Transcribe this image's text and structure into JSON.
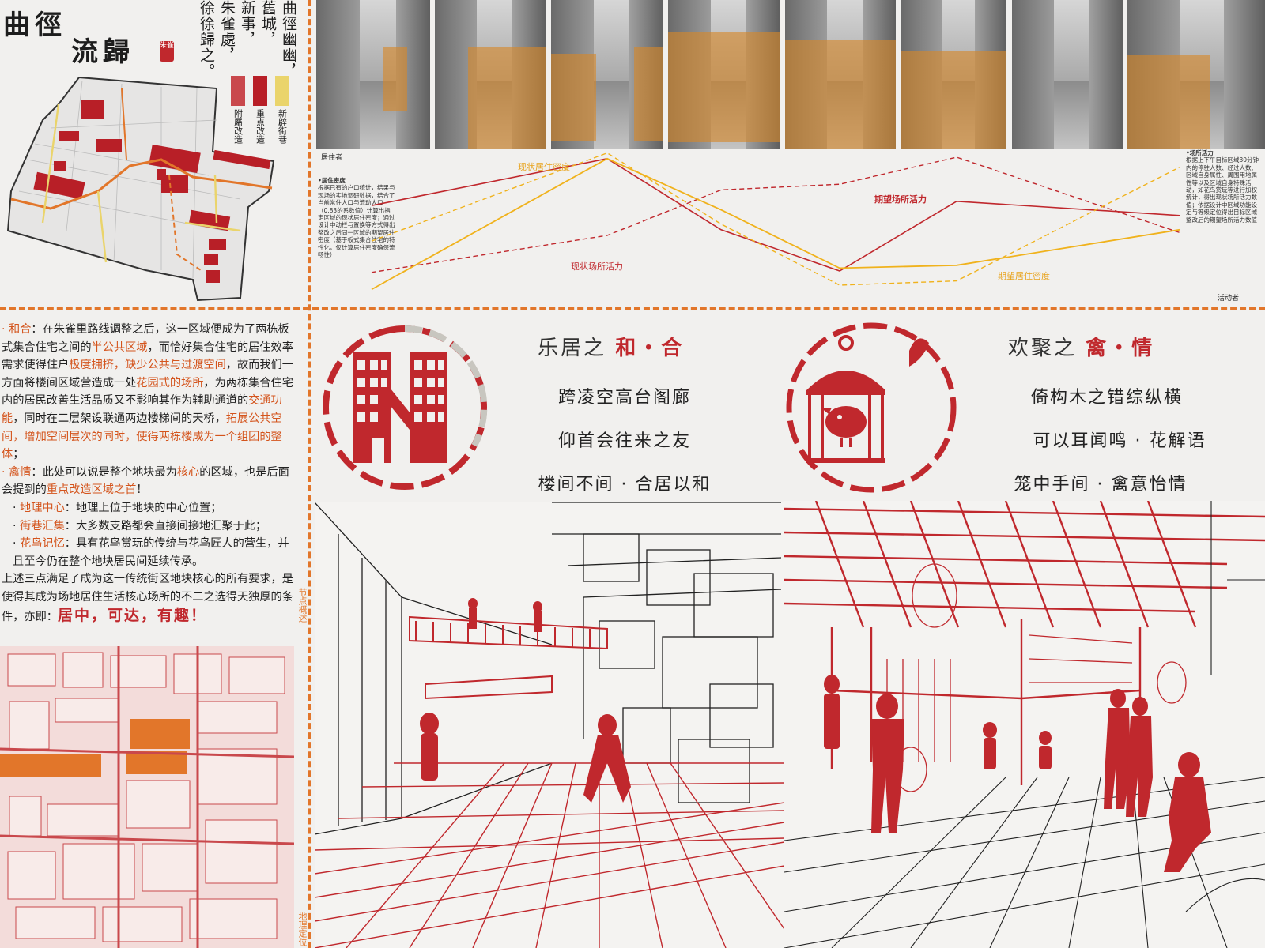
{
  "title": {
    "line1": "曲徑",
    "line2": "流歸",
    "seal": "朱雀",
    "poem": [
      "曲徑幽幽，",
      "舊城，",
      "新事，",
      "朱雀處，",
      "徐徐歸之。"
    ]
  },
  "map_legend": [
    {
      "label": "附屬改造",
      "color": "#c9484c"
    },
    {
      "label": "重点改造",
      "color": "#b81f27"
    },
    {
      "label": "新辟街巷",
      "color": "#ead46b"
    }
  ],
  "photo_strip": {
    "count": 8,
    "framed": [
      3,
      4
    ]
  },
  "graph": {
    "left_label": "居住者",
    "right_label": "活动者",
    "left_note_title": "•居住密度",
    "left_note": "根据已有的户口统计，结果与现场的实地调研数据，结合了当前常住人口与流动人口（0.83的系数值）计算出指定区域的现状居住密度；通过设计中动栏与置换等方式得出整改之后同一区域的期望居住密度（基于板式集合住宅的特性化，仅计算居住密度确保流畅性）",
    "right_note_title": "•场所活力",
    "right_note": "根据上下午目标区域30分钟内的停驻人数、经过人数、区域自身属性、周围用地属性等以及区域自身特殊活动，如花鸟赏玩等进行加权统计，得出现状场所活力数值；依据设计中区域功能设定与等级定位得出目标区域整改后的期望场所活力数值",
    "labels": {
      "current_density": "现状居住密度",
      "expected_activity": "期望场所活力",
      "current_activity": "现状场所活力",
      "expected_density": "期望居住密度"
    },
    "colors": {
      "red": "#c0282d",
      "yellow": "#f0b21c"
    },
    "series": {
      "expected_activity": [
        0.61,
        0.94,
        0.44,
        0.15,
        0.64,
        0.54
      ],
      "current_activity": [
        0.14,
        0.4,
        0.72,
        0.76,
        0.95,
        0.42
      ],
      "current_density": [
        0.02,
        0.94,
        0.58,
        0.17,
        0.19,
        0.44
      ],
      "expected_density": [
        0.36,
        0.98,
        0.48,
        0.05,
        0.08,
        0.88
      ]
    }
  },
  "side_label_node": "节点概述",
  "side_label_loc": "地理定位",
  "text": {
    "p1": [
      {
        "t": "· 和合",
        "c": "hl"
      },
      {
        "t": "：在朱雀里路线调整之后，这一区域便成为了两栋板式集合住宅之间的"
      },
      {
        "t": "半公共区域",
        "c": "hl"
      },
      {
        "t": "，而恰好集合住宅的居住效率需求使得住户"
      },
      {
        "t": "极度拥挤，缺少公共与过渡空间",
        "c": "hl"
      },
      {
        "t": "，故而我们一方面将楼间区域营造成一处"
      },
      {
        "t": "花园式的场所",
        "c": "hl"
      },
      {
        "t": "，为两栋集合住宅内的居民改善生活品质又不影响其作为辅助通道的"
      },
      {
        "t": "交通功能",
        "c": "hl"
      },
      {
        "t": "，同时在二层架设联通两边楼梯间的天桥，"
      },
      {
        "t": "拓展公共空间，增加空间层次的同时，使得两栋楼成为一个组团的整体",
        "c": "hl"
      },
      {
        "t": "；"
      }
    ],
    "p2": [
      {
        "t": "· 禽情",
        "c": "hl"
      },
      {
        "t": "：此处可以说是整个地块最为"
      },
      {
        "t": "核心",
        "c": "hl"
      },
      {
        "t": "的区域，也是后面会提到的"
      },
      {
        "t": "重点改造区域之首",
        "c": "hl"
      },
      {
        "t": "！"
      }
    ],
    "items": [
      {
        "k": "地理中心",
        "v": "：地理上位于地块的中心位置；"
      },
      {
        "k": "街巷汇集",
        "v": "：大多数支路都会直接间接地汇聚于此；"
      },
      {
        "k": "花鸟记忆",
        "v": "：具有花鸟赏玩的传统与花鸟匠人的营生，并且至今仍在整个地块居民间延续传承。"
      }
    ],
    "conclusion": "上述三点满足了成为这一传统街区地块核心的所有要求，是使得其成为场地居住生活核心场所的不二之选得天独厚的条件，亦即：",
    "slogan": "居中，可达，有趣！"
  },
  "panel_left": {
    "heading_prefix": "乐居之",
    "heading_red": "和・合",
    "lines": [
      "跨凌空高台阁廊",
      "仰首会往来之友",
      "楼间不间 · 合居以和"
    ]
  },
  "panel_right": {
    "heading_prefix": "欢聚之",
    "heading_red": "禽・情",
    "lines": [
      "倚构木之错综纵横",
      "可以耳闻鸣 · 花解语",
      "笼中手间 · 禽意怡情"
    ]
  }
}
